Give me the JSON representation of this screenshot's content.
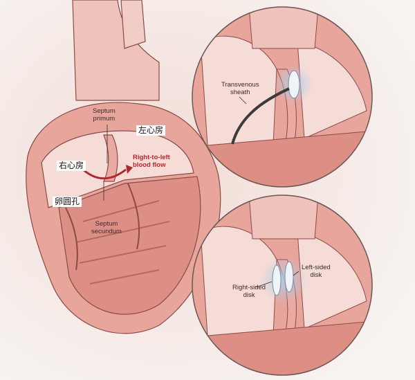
{
  "labels": {
    "septum_primum": "Septum\nprimum",
    "right_to_left": "Right-to-left\nblood flow",
    "septum_secundum": "Septum\nsecundum",
    "transvenous_sheath": "Transvenous\nsheath",
    "left_sided_disk": "Left-sided\ndisk",
    "right_sided_disk": "Right-sided\ndisk"
  },
  "overlays": {
    "left_atrium_cn": "左心房",
    "right_atrium_cn": "右心房",
    "foramen_ovale_cn": "卵圆孔"
  },
  "colors": {
    "tissue": "#e9aaa2",
    "tissue_light": "#f5d2cb",
    "tissue_dark": "#c97c74",
    "outline": "#8a4a46",
    "flow_arrow": "#b3262d",
    "sheath": "#3b3b3b",
    "disk_glow": "#b9d6ef"
  }
}
